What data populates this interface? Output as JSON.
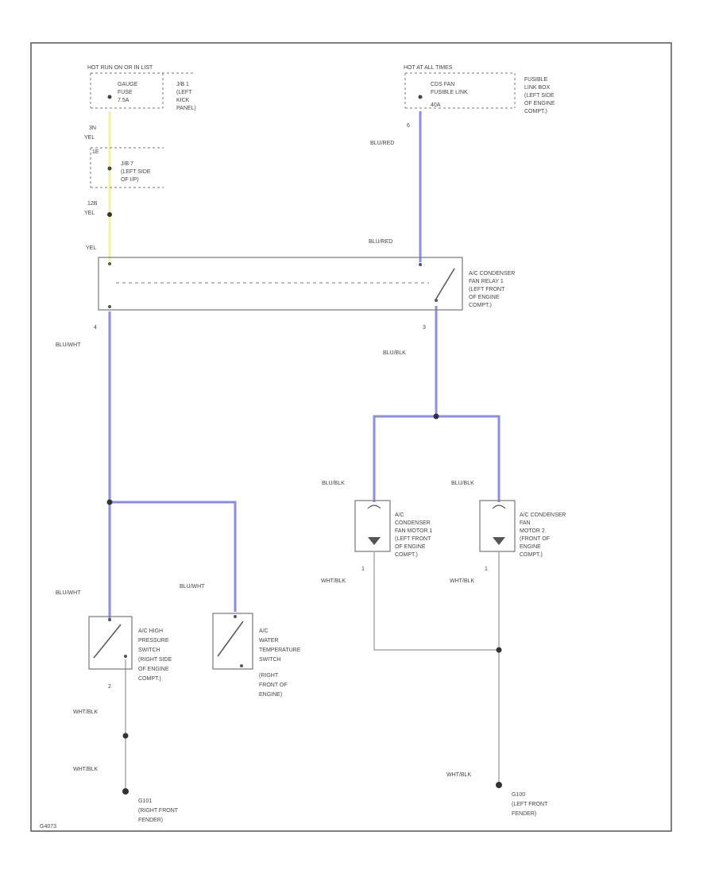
{
  "colors": {
    "wire_blue": "#8a8cf2",
    "wire_yellow": "#f2f2a0",
    "wire_gray": "#9a9a9a",
    "outline": "#555555"
  },
  "fuse_left": {
    "header": "HOT RUN ON OR IN LIST",
    "fuse_lines": [
      "GAUGE",
      "FUSE",
      "7.5A"
    ],
    "jb_lines": [
      "J/B 1",
      "(LEFT",
      "KICK",
      "PANEL)"
    ]
  },
  "fuse_right": {
    "header": "HOT AT ALL TIMES",
    "fuse_lines": [
      "CDS FAN",
      "FUSIBLE LINK",
      "40A"
    ],
    "box_lines": [
      "FUSIBLE",
      "LINK BOX",
      "(LEFT SIDE",
      "OF ENGINE",
      "COMPT.)"
    ],
    "pin": "6"
  },
  "jb7": {
    "pin_top": "3N",
    "color_top": "YEL",
    "pin_mid": "1E",
    "lines": [
      "J/B 7",
      "(LEFT SIDE",
      "OF I/P)"
    ],
    "pin_bottom": "12B",
    "color_bottom": "YEL"
  },
  "wire_labels": {
    "yel_relay": "YEL",
    "blu_red_upper": "BLU/RED",
    "blu_red_lower": "BLU/RED",
    "blu_wht_relay": "BLU/WHT",
    "blu_blk_relay": "BLU/BLK",
    "blu_blk_fan1": "BLU/BLK",
    "blu_blk_fan2": "BLU/BLK",
    "blu_wht_sw1": "BLU/WHT",
    "blu_wht_sw2": "BLU/WHT",
    "wht_blk_fan1": "WHT/BLK",
    "wht_blk_fan2": "WHT/BLK",
    "wht_blk_sw1": "WHT/BLK",
    "wht_blk_ground1": "WHT/BLK",
    "wht_blk_ground2": "WHT/BLK"
  },
  "relay": {
    "pin_left": "4",
    "pin_right": "3",
    "lines": [
      "A/C CONDENSER",
      "FAN RELAY 1",
      "(LEFT FRONT",
      "OF ENGINE",
      "COMPT.)"
    ]
  },
  "fan_motor_1": {
    "pin": "1",
    "lines": [
      "A/C",
      "CONDENSER",
      "FAN MOTOR 1",
      "(LEFT FRONT",
      "OF ENGINE",
      "COMPT.)"
    ]
  },
  "fan_motor_2": {
    "pin": "1",
    "lines": [
      "A/C CONDENSER",
      "FAN",
      "MOTOR 2",
      "(FRONT OF",
      "ENGINE",
      "COMPT.)"
    ]
  },
  "switch_pressure": {
    "pin": "2",
    "lines": [
      "A/C HIGH",
      "PRESSURE",
      "SWITCH",
      "(RIGHT SIDE",
      "OF ENGINE",
      "COMPT.)"
    ]
  },
  "switch_temp": {
    "lines": [
      "A/C",
      "WATER",
      "TEMPERATURE",
      "SWITCH",
      "(RIGHT",
      "FRONT OF",
      "ENGINE)"
    ]
  },
  "ground_1": {
    "lines": [
      "G101",
      "(RIGHT FRONT",
      "FENDER)"
    ]
  },
  "ground_2": {
    "lines": [
      "G100",
      "(LEFT FRONT",
      "FENDER)"
    ]
  },
  "figure_id": "G4073"
}
